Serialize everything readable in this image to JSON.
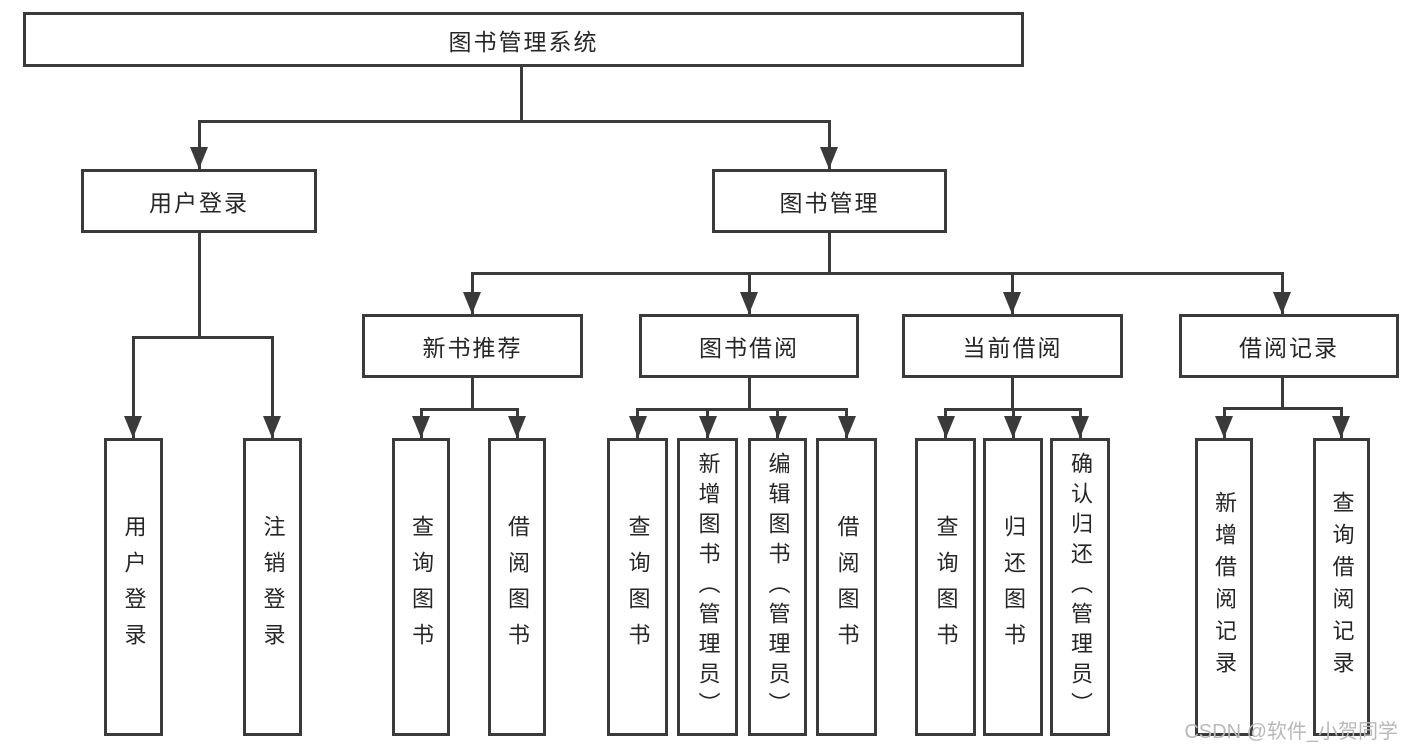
{
  "diagram": {
    "root": "图书管理系统",
    "level2": {
      "user_login": "用户登录",
      "book_management": "图书管理"
    },
    "level3": {
      "new_book_recommend": "新书推荐",
      "book_borrow": "图书借阅",
      "current_borrow": "当前借阅",
      "borrow_record": "借阅记录"
    },
    "leaves": {
      "user_login": [
        "用户登录",
        "注销登录"
      ],
      "new_book_recommend": [
        "查询图书",
        "借阅图书"
      ],
      "book_borrow": [
        "查询图书",
        "新增图书（管理员）",
        "编辑图书（管理员）",
        "借阅图书"
      ],
      "current_borrow": [
        "查询图书",
        "归还图书",
        "确认归还（管理员）"
      ],
      "borrow_record": [
        "新增借阅记录",
        "查询借阅记录"
      ]
    },
    "watermark": "CSDN @软件_小贺同学"
  },
  "colors": {
    "line": "#3a3a3a",
    "text": "#262626",
    "watermark": "#b9b9b9",
    "background": "#ffffff"
  }
}
